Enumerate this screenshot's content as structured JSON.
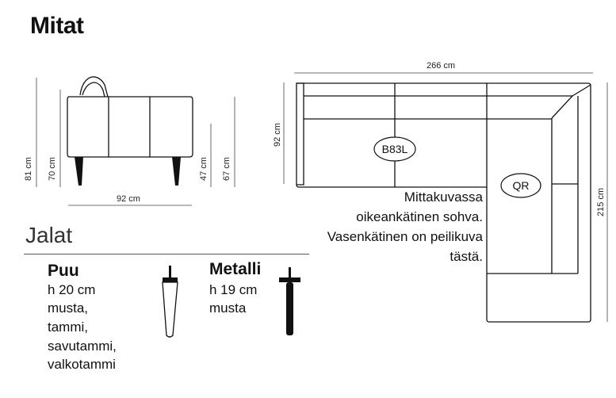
{
  "title": "Mitat",
  "side_view": {
    "heights": [
      "81 cm",
      "70 cm",
      "47 cm",
      "67 cm"
    ],
    "depth": "92 cm"
  },
  "top_view": {
    "width": "266 cm",
    "depth": "92 cm",
    "length": "215 cm",
    "module_labels": [
      "B83L",
      "QR"
    ],
    "note_lines": [
      "Mittakuvassa",
      "oikeankätinen sohva.",
      "Vasenkätinen on peilikuva",
      "tästä."
    ]
  },
  "legs": {
    "heading": "Jalat",
    "wood": {
      "name": "Puu",
      "lines": [
        "h 20 cm",
        "musta,",
        "tammi,",
        "savutammi,",
        "valkotammi"
      ]
    },
    "metal": {
      "name": "Metalli",
      "lines": [
        "h 19 cm",
        "musta"
      ]
    }
  },
  "colors": {
    "line": "#111111",
    "text": "#111111"
  }
}
